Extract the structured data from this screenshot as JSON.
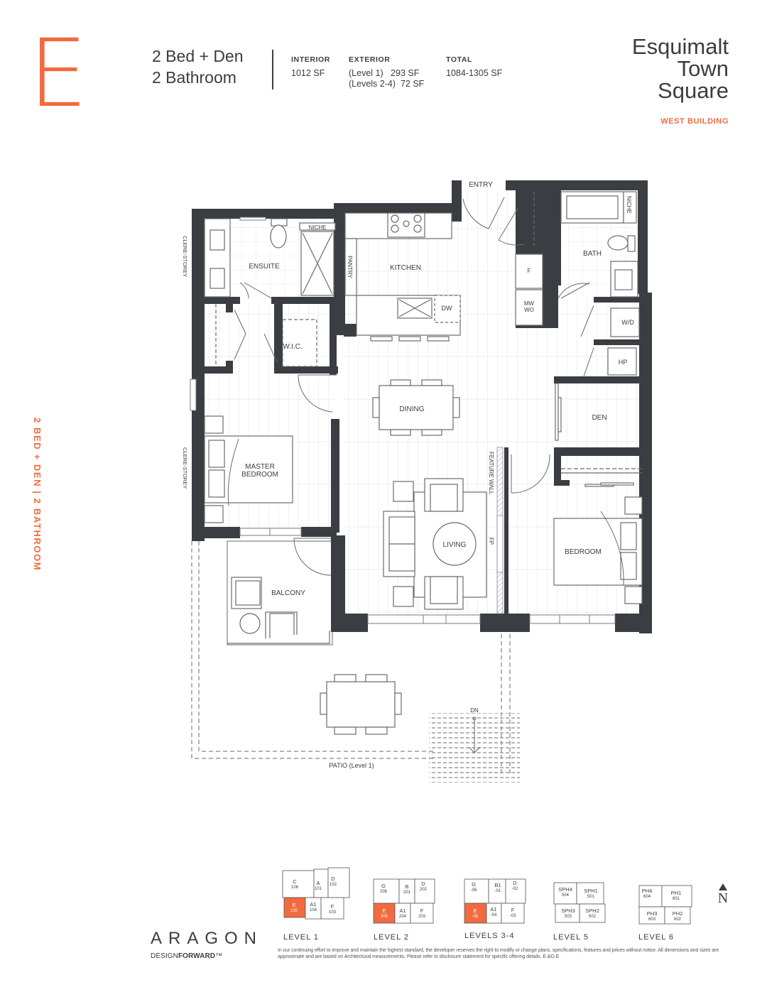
{
  "header": {
    "unit_letter": "E",
    "unit_type_line1": "2 Bed + Den",
    "unit_type_line2": "2 Bathroom",
    "interior": {
      "label": "INTERIOR",
      "value": "1012 SF"
    },
    "exterior": {
      "label": "EXTERIOR",
      "line1": "(Level 1)   293 SF",
      "line2": "(Levels 2-4)  72 SF"
    },
    "total": {
      "label": "TOTAL",
      "value": "1084-1305 SF"
    }
  },
  "project": {
    "title_line1": "Esquimalt",
    "title_line2": "Town",
    "title_line3": "Square",
    "building": "WEST BUILDING"
  },
  "side_label": "2 BED + DEN  |  2 BATHROOM",
  "colors": {
    "accent": "#f26a3f",
    "wall": "#3a3d41",
    "text": "#3a3d41"
  },
  "floor_plan": {
    "rooms": {
      "entry": "ENTRY",
      "ensuite": "ENSUITE",
      "niche_ensuite": "NICHE",
      "kitchen": "KITCHEN",
      "pantry": "PANTRY",
      "dw": "DW",
      "wic": "W.I.C.",
      "fridge": "F",
      "mw_line1": "MW",
      "mw_line2": "WO",
      "bath": "BATH",
      "niche_bath": "NICHE",
      "wd": "W/D",
      "hp": "HP",
      "den": "DEN",
      "dining": "DINING",
      "master_line1": "MASTER",
      "master_line2": "BEDROOM",
      "living": "LIVING",
      "feature_wall": "FEATURE WALL",
      "fp": "FP",
      "bedroom": "BEDROOM",
      "balcony": "BALCONY",
      "clerestorey_top": "CLERE-STOREY",
      "clerestorey_bottom": "CLERE-STOREY",
      "dn": "DN",
      "patio": "PATIO (Level 1)"
    }
  },
  "key_plans": [
    {
      "label": "LEVEL 1",
      "units": [
        {
          "name": "C",
          "num": "106"
        },
        {
          "name": "A",
          "num": "101"
        },
        {
          "name": "D",
          "num": "102"
        },
        {
          "name": "E",
          "num": "105",
          "highlight": true
        },
        {
          "name": "A1",
          "num": "104"
        },
        {
          "name": "F",
          "num": "103"
        }
      ]
    },
    {
      "label": "LEVEL 2",
      "units": [
        {
          "name": "G",
          "num": "206"
        },
        {
          "name": "B",
          "num": "201"
        },
        {
          "name": "D",
          "num": "202"
        },
        {
          "name": "E",
          "num": "205",
          "highlight": true
        },
        {
          "name": "A1",
          "num": "204"
        },
        {
          "name": "F",
          "num": "203"
        }
      ]
    },
    {
      "label": "LEVELS 3-4",
      "units": [
        {
          "name": "G",
          "num": "-06"
        },
        {
          "name": "B1",
          "num": "-01"
        },
        {
          "name": "D",
          "num": "-02"
        },
        {
          "name": "E",
          "num": "-05",
          "highlight": true
        },
        {
          "name": "A1",
          "num": "-04"
        },
        {
          "name": "F",
          "num": "-03"
        }
      ]
    },
    {
      "label": "LEVEL 5",
      "units": [
        {
          "name": "SPH4",
          "num": "504"
        },
        {
          "name": "SPH1",
          "num": "501"
        },
        {
          "name": "SPH3",
          "num": "503"
        },
        {
          "name": "SPH2",
          "num": "502"
        }
      ]
    },
    {
      "label": "LEVEL 6",
      "units": [
        {
          "name": "PH4",
          "num": "604"
        },
        {
          "name": "PH1",
          "num": "601"
        },
        {
          "name": "PH3",
          "num": "603"
        },
        {
          "name": "PH2",
          "num": "602"
        }
      ]
    }
  ],
  "north_label": "N",
  "footer": {
    "logo": "ARAGON",
    "tagline_light": "DESIGN",
    "tagline_bold": "FORWARD",
    "tagline_tm": "™",
    "disclaimer": "In our continuing effort to improve and maintain the highest standard, the developer reserves the right to modify or change plans, specifications, features and prices without notice. All dimensions and sizes are approximate and are based on Architectural measurements. Please refer to disclosure statement for specific offering details. E.&O.E."
  }
}
